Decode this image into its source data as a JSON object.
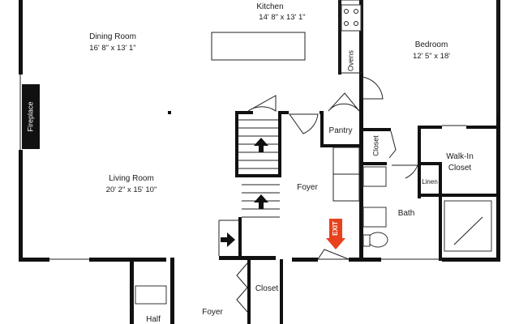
{
  "rooms": {
    "kitchen": {
      "name": "Kitchen",
      "dims": "14' 8\" x 13' 1\""
    },
    "dining": {
      "name": "Dining Room",
      "dims": "16' 8\" x 13' 1\""
    },
    "bedroom": {
      "name": "Bedroom",
      "dims": "12' 5\" x 18'"
    },
    "living": {
      "name": "Living Room",
      "dims": "20' 2\" x 15' 10\""
    },
    "foyer_main": {
      "name": "Foyer"
    },
    "bath": {
      "name": "Bath"
    },
    "walkin": {
      "name_line1": "Walk-In",
      "name_line2": "Closet"
    },
    "foyer_lower": {
      "name": "Foyer"
    },
    "half": {
      "name": "Half"
    }
  },
  "labels": {
    "fireplace": "Fireplace",
    "ovens": "Ovens",
    "pantry": "Pantry",
    "closet_vertical": "Closet",
    "linen": "Linen",
    "closet_lower": "Closet",
    "exit": "EXIT"
  },
  "colors": {
    "wall": "#111111",
    "exit_sign": "#e8411c",
    "exit_text": "#ffffff",
    "fireplace_bg": "#111111"
  }
}
